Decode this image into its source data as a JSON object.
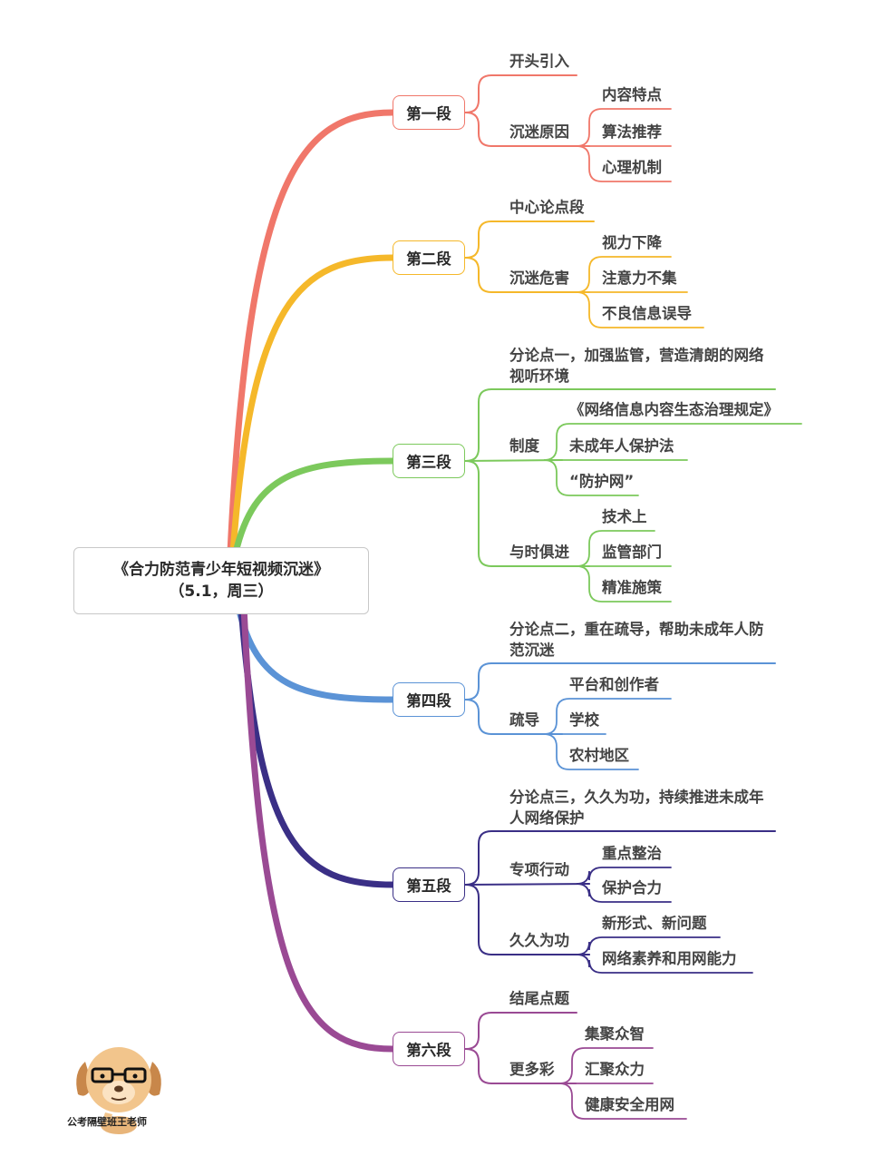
{
  "root": {
    "title": "《合力防范青少年短视频沉迷》",
    "subtitle": "（5.1，周三）"
  },
  "sections": [
    {
      "label": "第一段",
      "color": "#f0776a",
      "intro": "开头引入",
      "sub": {
        "label": "沉迷原因",
        "items": [
          "内容特点",
          "算法推荐",
          "心理机制"
        ]
      }
    },
    {
      "label": "第二段",
      "color": "#f5b82a",
      "intro": "中心论点段",
      "sub": {
        "label": "沉迷危害",
        "items": [
          "视力下降",
          "注意力不集",
          "不良信息误导"
        ]
      }
    },
    {
      "label": "第三段",
      "color": "#7cc95c",
      "intro": "分论点一，加强监管，营造清朗的网络视听环境",
      "subs": [
        {
          "label": "制度",
          "items": [
            "《网络信息内容生态治理规定》",
            "未成年人保护法",
            "“防护网”"
          ]
        },
        {
          "label": "与时俱进",
          "items": [
            "技术上",
            "监管部门",
            "精准施策"
          ]
        }
      ]
    },
    {
      "label": "第四段",
      "color": "#5b93d6",
      "intro": "分论点二，重在疏导，帮助未成年人防范沉迷",
      "sub": {
        "label": "疏导",
        "items": [
          "平台和创作者",
          "学校",
          "农村地区"
        ]
      }
    },
    {
      "label": "第五段",
      "color": "#3a2f86",
      "intro": "分论点三，久久为功，持续推进未成年人网络保护",
      "subs": [
        {
          "label": "专项行动",
          "items": [
            "重点整治",
            "保护合力"
          ]
        },
        {
          "label": "久久为功",
          "items": [
            "新形式、新问题",
            "网络素养和用网能力"
          ]
        }
      ]
    },
    {
      "label": "第六段",
      "color": "#9a4a94",
      "intro": "结尾点题",
      "sub": {
        "label": "更多彩",
        "items": [
          "集聚众智",
          "汇聚众力",
          "健康安全用网"
        ]
      }
    }
  ],
  "watermark": {
    "caption": "公考隔壁班王老师",
    "icon": "dog-teacher-logo-icon"
  }
}
